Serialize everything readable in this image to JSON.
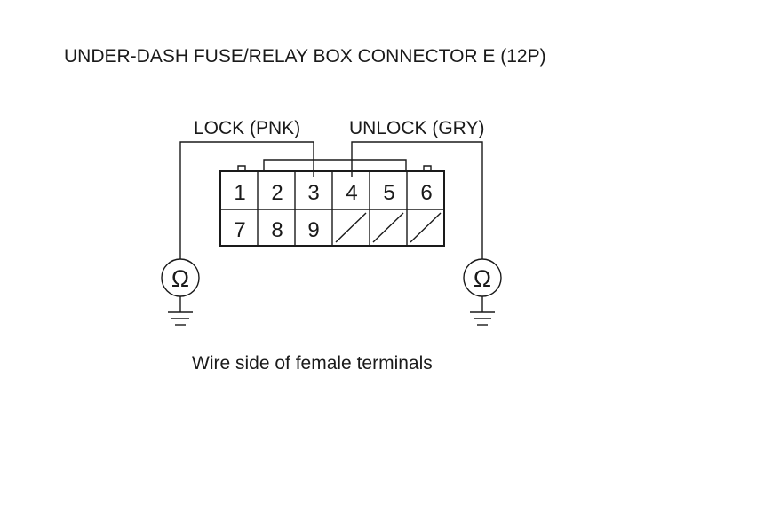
{
  "title": "UNDER-DASH FUSE/RELAY BOX CONNECTOR E (12P)",
  "labels": {
    "lock": "LOCK (PNK)",
    "unlock": "UNLOCK (GRY)"
  },
  "caption": "Wire side of female terminals",
  "connector": {
    "row1": [
      "1",
      "2",
      "3",
      "4",
      "5",
      "6"
    ],
    "row2": [
      "7",
      "8",
      "9",
      "",
      "",
      ""
    ]
  },
  "meter_symbol": "Ω",
  "probes": {
    "left_terminal": "3",
    "right_terminal": "4"
  }
}
